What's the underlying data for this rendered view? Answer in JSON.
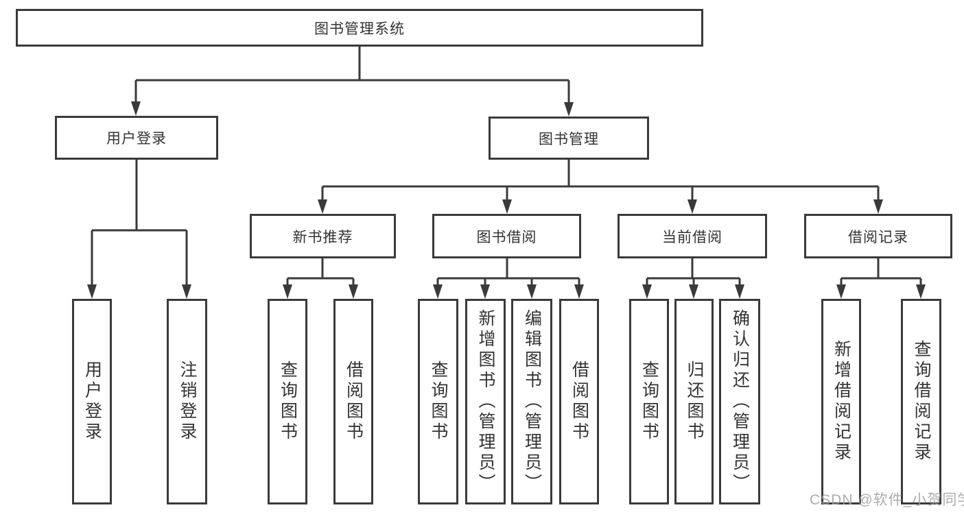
{
  "colors": {
    "line": "#3a3a3a",
    "node_border": "#3a3a3a",
    "text": "#333333",
    "watermark": "#9e9e9e",
    "background": "#ffffff"
  },
  "watermark": {
    "text": "CSDN @软件_小贺同学"
  },
  "diagram": {
    "root": {
      "label": "图书管理系统"
    },
    "branches": {
      "user_login": {
        "label": "用户登录",
        "children": [
          "用户登录",
          "注销登录"
        ]
      },
      "book_mgmt": {
        "label": "图书管理",
        "sections": [
          {
            "label": "新书推荐",
            "children": [
              "查询图书",
              "借阅图书"
            ]
          },
          {
            "label": "图书借阅",
            "children": [
              "查询图书",
              "新增图书（管理员）",
              "编辑图书（管理员）",
              "借阅图书"
            ]
          },
          {
            "label": "当前借阅",
            "children": [
              "查询图书",
              "归还图书",
              "确认归还（管理员）"
            ]
          },
          {
            "label": "借阅记录",
            "children": [
              "新增借阅记录",
              "查询借阅记录"
            ]
          }
        ]
      }
    }
  }
}
